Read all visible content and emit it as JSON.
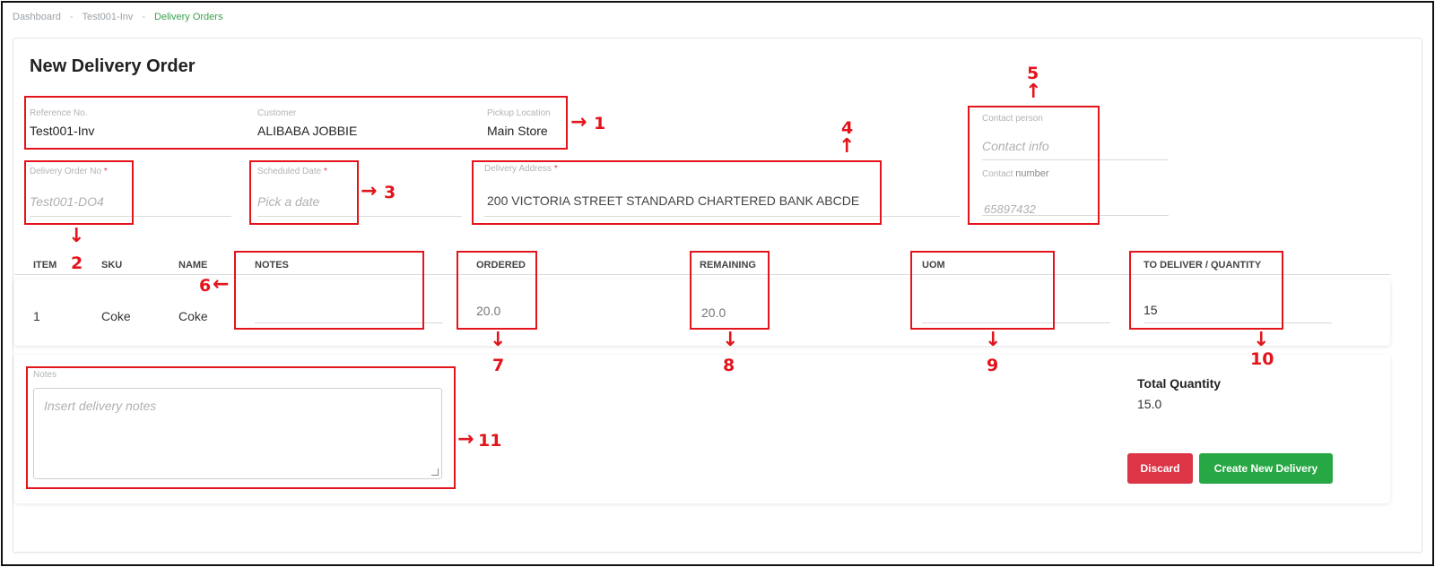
{
  "breadcrumb": {
    "items": [
      "Dashboard",
      "Test001-Inv",
      "Delivery Orders"
    ],
    "separator": "-"
  },
  "page_title": "New Delivery Order",
  "summary": {
    "reference_label": "Reference No.",
    "reference_value": "Test001-Inv",
    "customer_label": "Customer",
    "customer_value": "ALIBABA JOBBIE",
    "pickup_label": "Pickup Location",
    "pickup_value": "Main Store"
  },
  "form": {
    "delivery_order_no_label": "Delivery Order No",
    "delivery_order_no_placeholder": "Test001-DO4",
    "scheduled_date_label": "Scheduled Date",
    "scheduled_date_placeholder": "Pick a date",
    "delivery_address_label": "Delivery Address",
    "delivery_address_value": "200 VICTORIA STREET STANDARD CHARTERED BANK ABCDE",
    "contact_person_label": "Contact person",
    "contact_person_placeholder": "Contact info",
    "contact_number_label_prefix": "Contact",
    "contact_number_label_suffix": "number",
    "contact_number_placeholder": "65897432",
    "required_mark": "*"
  },
  "table": {
    "headers": {
      "item": "ITEM",
      "sku": "SKU",
      "name": "NAME",
      "notes": "NOTES",
      "ordered": "ORDERED",
      "remaining": "REMAINING",
      "uom": "UOM",
      "to_deliver": "TO DELIVER / QUANTITY"
    },
    "rows": [
      {
        "item": "1",
        "sku": "Coke",
        "name": "Coke",
        "notes": "",
        "ordered": "20.0",
        "remaining": "20.0",
        "uom": "",
        "to_deliver": "15"
      }
    ]
  },
  "notes": {
    "label": "Notes",
    "placeholder": "Insert delivery notes"
  },
  "totals": {
    "label": "Total Quantity",
    "value": "15.0"
  },
  "actions": {
    "discard": "Discard",
    "create": "Create New Delivery"
  },
  "annotations": {
    "n1": "1",
    "n2": "2",
    "n3": "3",
    "n4": "4",
    "n5": "5",
    "n6": "6",
    "n7": "7",
    "n8": "8",
    "n9": "9",
    "n10": "10",
    "n11": "11"
  },
  "colors": {
    "annotation": "#e3141b",
    "discard": "#dc3545",
    "create": "#28a745",
    "breadcrumb_active": "#3aa14d"
  }
}
